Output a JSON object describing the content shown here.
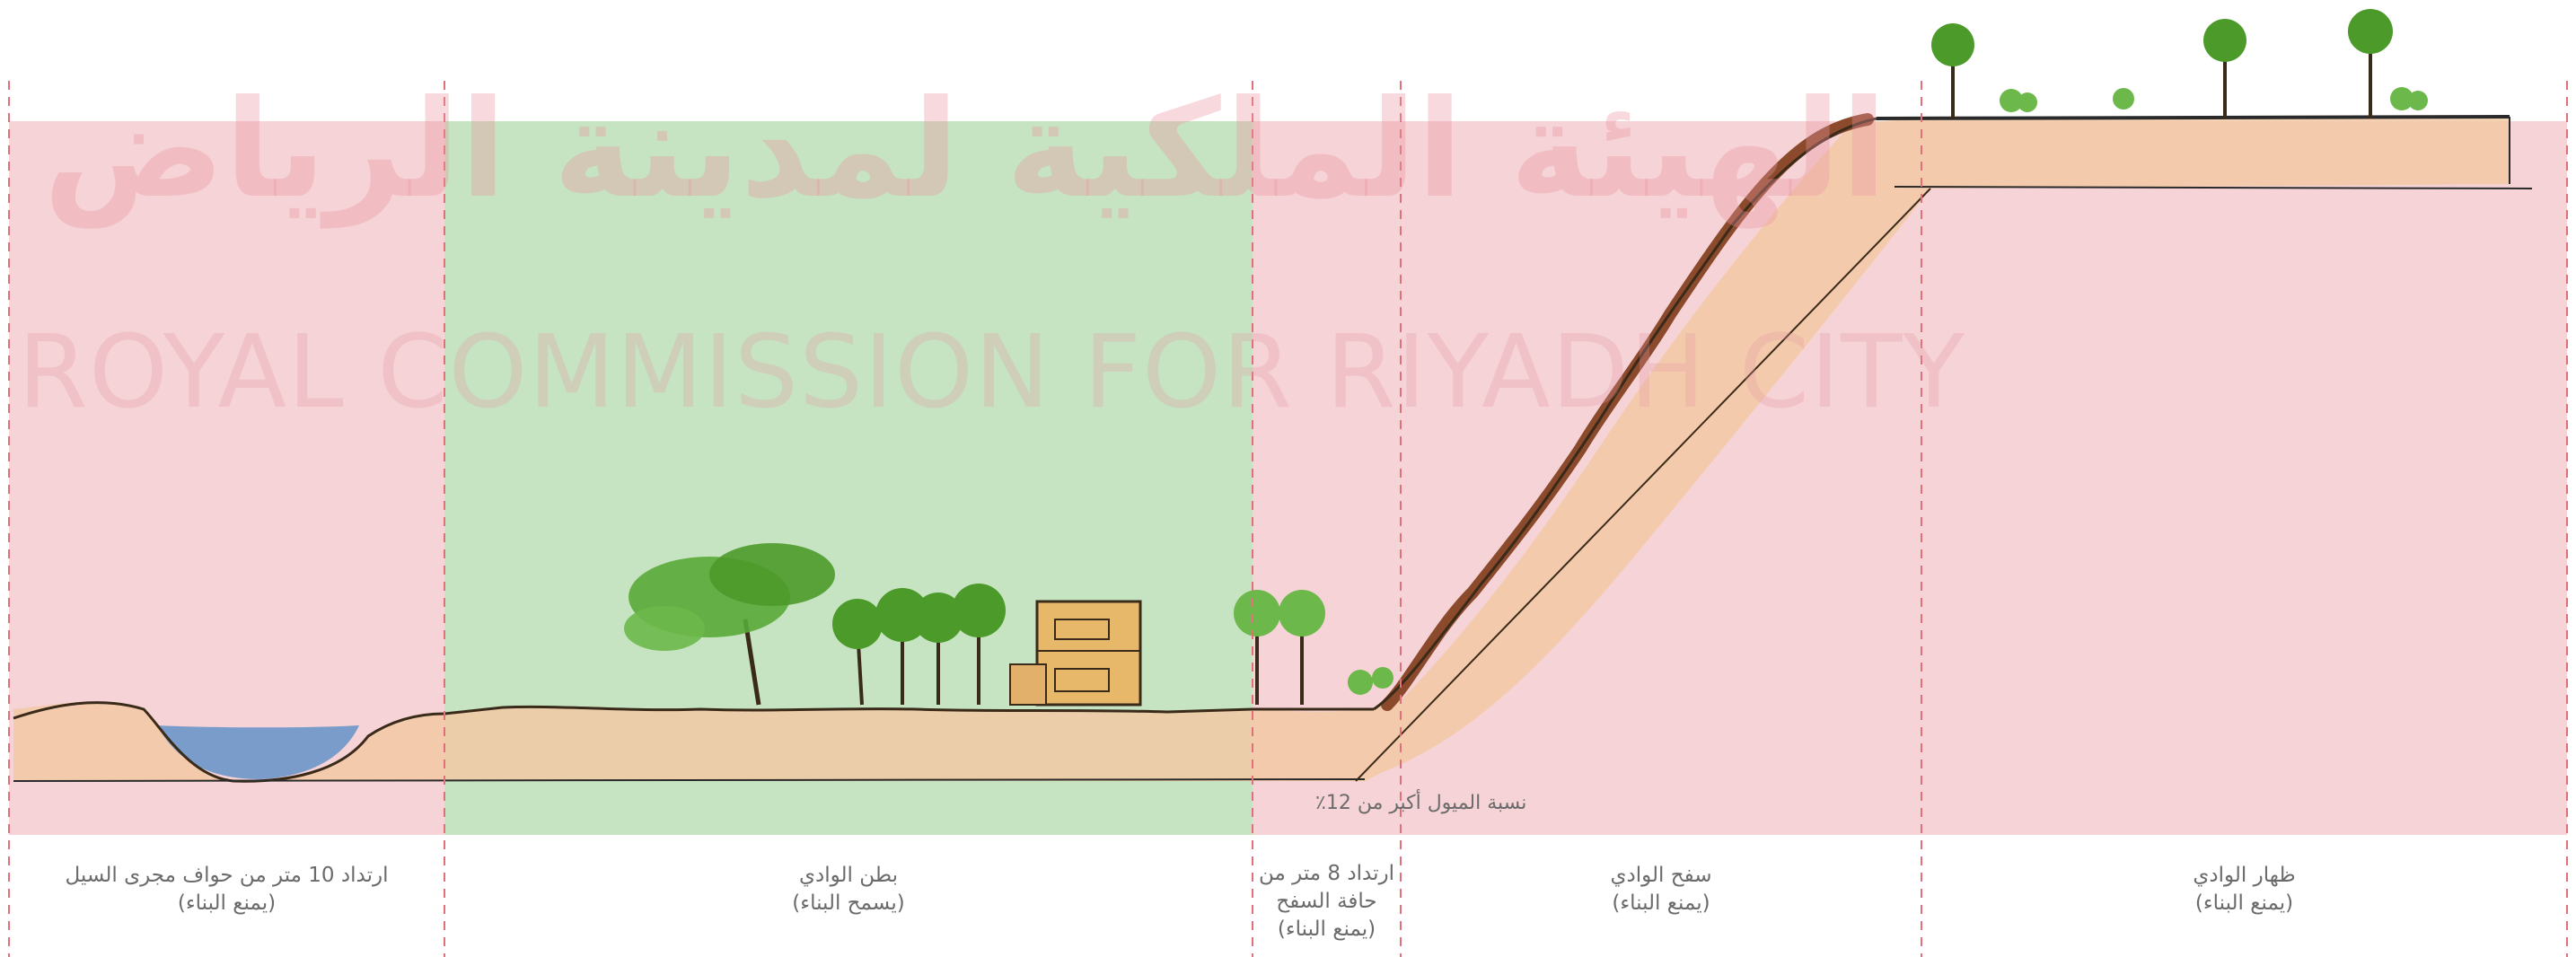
{
  "watermark": {
    "arabic": "الهيئة الملكية لمدينة الرياض",
    "english": "ROYAL COMMISSION FOR RIYADH CITY"
  },
  "zones": [
    {
      "id": "setback-10m",
      "line1": "ارتداد 10 متر من حواف مجرى السيل",
      "line2": "(يمنع البناء)",
      "line3": "",
      "status": "prohibited"
    },
    {
      "id": "wadi-bed",
      "line1": "بطن الوادي",
      "line2": "(يسمح البناء)",
      "line3": "",
      "status": "allowed"
    },
    {
      "id": "setback-8m",
      "line1": "ارتداد 8 متر من",
      "line2": "حافة السفح",
      "line3": "(يمنع البناء)",
      "status": "prohibited"
    },
    {
      "id": "wadi-slope",
      "line1": "سفح الوادي",
      "line2": "(يمنع البناء)",
      "line3": "",
      "status": "prohibited"
    },
    {
      "id": "wadi-back",
      "line1": "ظهار الوادي",
      "line2": "(يمنع البناء)",
      "line3": "",
      "status": "prohibited"
    }
  ],
  "slope_note": "نسبة الميول أكبر من 12٪",
  "colors": {
    "prohibited": "#f5d3d6",
    "allowed": "#c6e4c2",
    "divider": "#e2707a",
    "ground": "#f2c9a4",
    "rock": "#8b4a2b",
    "water": "#5a8fc8",
    "tree": "#4c9a2a",
    "label": "#6b6b6b"
  }
}
